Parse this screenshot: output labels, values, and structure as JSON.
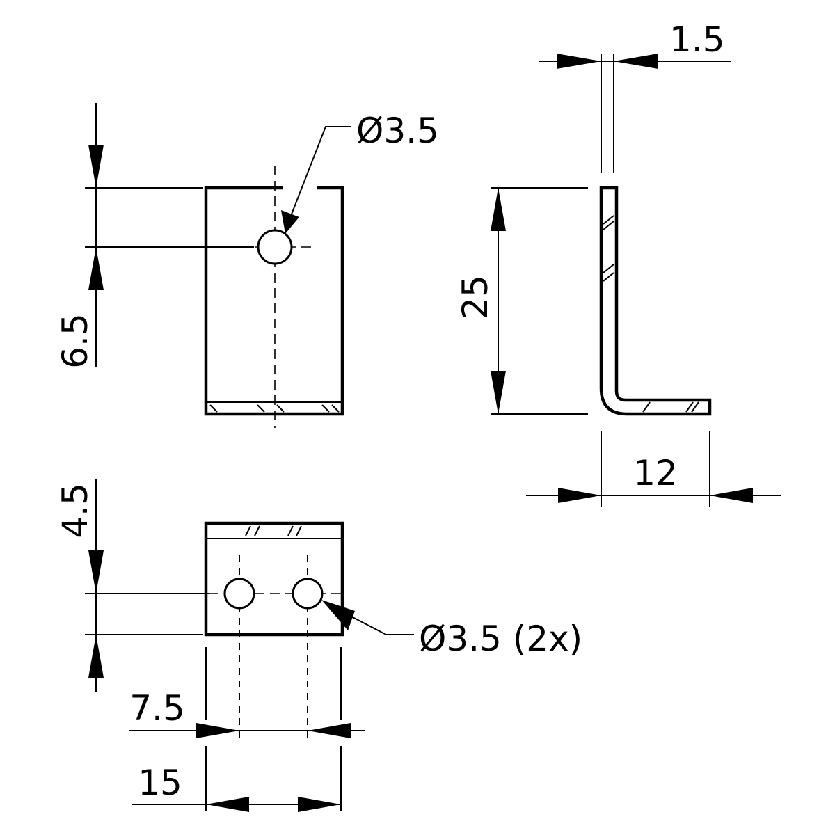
{
  "front_view": {
    "hole_label": "Ø3.5",
    "hole_offset_dim": "6.5"
  },
  "side_view": {
    "thickness_dim": "1.5",
    "height_dim": "25",
    "leg_depth_dim": "12"
  },
  "bottom_view": {
    "hole_label": "Ø3.5 (2x)",
    "hole_offset_dim": "4.5",
    "hole_spacing_dim": "7.5",
    "width_dim": "15"
  },
  "colors": {
    "line": "#000000",
    "background": "#ffffff"
  }
}
